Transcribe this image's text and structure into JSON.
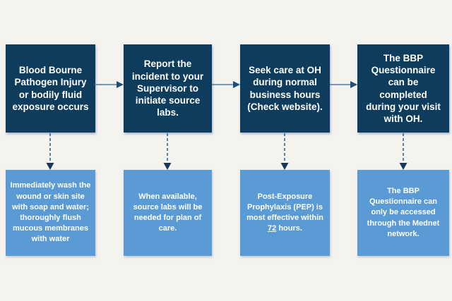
{
  "flowchart": {
    "columns": [
      {
        "step": "Blood Bourne\nPathogen Injury\nor bodily fluid\nexposure occurs",
        "note": "Immediately wash the\nwound or skin site\nwith soap and water;\nthoroughly flush\nmucous membranes\nwith water"
      },
      {
        "step": "Report the\nincident to your\nSupervisor to\ninitiate source\nlabs.",
        "note": "When available,\nsource labs will be\nneeded for plan of\ncare."
      },
      {
        "step": "Seek care at OH\nduring normal\nbusiness hours\n(Check website).",
        "note_prefix": "Post-Exposure\nProphylaxis (PEP) is\nmost effective within\n",
        "note_highlight": "72",
        "note_suffix": " hours."
      },
      {
        "step": "The BBP\nQuestionnaire\ncan be\ncompleted\nduring your visit\nwith OH.",
        "note": "The BBP\nQuestionnaire can\nonly be accessed\nthrough the Mednet\nnetwork."
      }
    ],
    "colors": {
      "background": "#f5f3ee",
      "step_box_fill": "#0e3c5d",
      "note_box_fill": "#5b9bd5",
      "text": "#ffffff",
      "arrow_line": "#4a7aab",
      "arrow_head": "#1f4e79",
      "dashed_arrow_line": "#3a6b9e",
      "dashed_arrow_head": "#17375e"
    }
  }
}
